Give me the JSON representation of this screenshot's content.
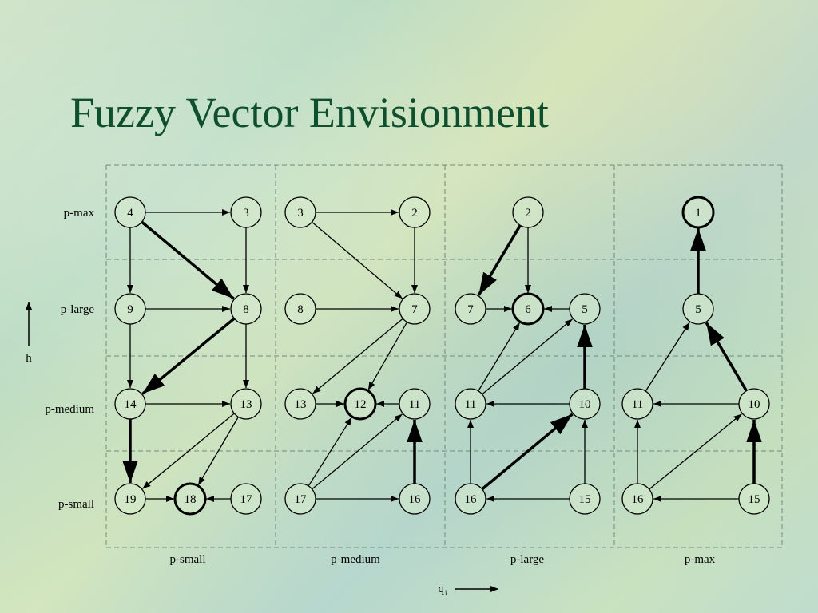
{
  "title": "Fuzzy Vector Envisionment",
  "axes": {
    "vertical_label": "h",
    "horizontal_label": "q",
    "horizontal_label_subscript": "i",
    "row_labels": [
      "p-max",
      "p-large",
      "p-medium",
      "p-small"
    ],
    "column_labels": [
      "p-small",
      "p-medium",
      "p-large",
      "p-max"
    ]
  },
  "panels": [
    {
      "column": "p-small",
      "nodes": [
        {
          "id": "4",
          "row": "p-max"
        },
        {
          "id": "3",
          "row": "p-max"
        },
        {
          "id": "9",
          "row": "p-large"
        },
        {
          "id": "8",
          "row": "p-large"
        },
        {
          "id": "14",
          "row": "p-medium"
        },
        {
          "id": "13",
          "row": "p-medium"
        },
        {
          "id": "19",
          "row": "p-small"
        },
        {
          "id": "18",
          "row": "p-small",
          "terminal": true
        },
        {
          "id": "17",
          "row": "p-small"
        }
      ],
      "edges": [
        {
          "from": "4",
          "to": "3"
        },
        {
          "from": "4",
          "to": "9"
        },
        {
          "from": "4",
          "to": "8",
          "bold": true
        },
        {
          "from": "3",
          "to": "8"
        },
        {
          "from": "9",
          "to": "8"
        },
        {
          "from": "9",
          "to": "14"
        },
        {
          "from": "8",
          "to": "14",
          "bold": true
        },
        {
          "from": "8",
          "to": "13"
        },
        {
          "from": "14",
          "to": "13"
        },
        {
          "from": "14",
          "to": "19",
          "bold": true
        },
        {
          "from": "13",
          "to": "19"
        },
        {
          "from": "13",
          "to": "18"
        },
        {
          "from": "19",
          "to": "18"
        },
        {
          "from": "17",
          "to": "18"
        }
      ]
    },
    {
      "column": "p-medium",
      "nodes": [
        {
          "id": "3",
          "row": "p-max"
        },
        {
          "id": "2",
          "row": "p-max"
        },
        {
          "id": "8",
          "row": "p-large"
        },
        {
          "id": "7",
          "row": "p-large"
        },
        {
          "id": "13",
          "row": "p-medium"
        },
        {
          "id": "12",
          "row": "p-medium",
          "terminal": true
        },
        {
          "id": "11",
          "row": "p-medium"
        },
        {
          "id": "17",
          "row": "p-small"
        },
        {
          "id": "16",
          "row": "p-small"
        }
      ],
      "edges": [
        {
          "from": "3",
          "to": "2"
        },
        {
          "from": "3",
          "to": "7"
        },
        {
          "from": "2",
          "to": "7"
        },
        {
          "from": "8",
          "to": "7"
        },
        {
          "from": "7",
          "to": "13"
        },
        {
          "from": "7",
          "to": "12"
        },
        {
          "from": "13",
          "to": "12"
        },
        {
          "from": "11",
          "to": "12"
        },
        {
          "from": "17",
          "to": "12"
        },
        {
          "from": "17",
          "to": "11"
        },
        {
          "from": "17",
          "to": "16"
        },
        {
          "from": "16",
          "to": "11",
          "bold": true
        }
      ]
    },
    {
      "column": "p-large",
      "nodes": [
        {
          "id": "2",
          "row": "p-max"
        },
        {
          "id": "7",
          "row": "p-large"
        },
        {
          "id": "6",
          "row": "p-large",
          "terminal": true
        },
        {
          "id": "5",
          "row": "p-large"
        },
        {
          "id": "11",
          "row": "p-medium"
        },
        {
          "id": "10",
          "row": "p-medium"
        },
        {
          "id": "16",
          "row": "p-small"
        },
        {
          "id": "15",
          "row": "p-small"
        }
      ],
      "edges": [
        {
          "from": "2",
          "to": "7",
          "bold": true
        },
        {
          "from": "2",
          "to": "6"
        },
        {
          "from": "7",
          "to": "6"
        },
        {
          "from": "5",
          "to": "6"
        },
        {
          "from": "11",
          "to": "6"
        },
        {
          "from": "11",
          "to": "5"
        },
        {
          "from": "10",
          "to": "5",
          "bold": true
        },
        {
          "from": "10",
          "to": "11"
        },
        {
          "from": "16",
          "to": "11"
        },
        {
          "from": "16",
          "to": "10",
          "bold": true
        },
        {
          "from": "15",
          "to": "10"
        },
        {
          "from": "15",
          "to": "16"
        }
      ]
    },
    {
      "column": "p-max",
      "nodes": [
        {
          "id": "1",
          "row": "p-max",
          "terminal": true
        },
        {
          "id": "5",
          "row": "p-large"
        },
        {
          "id": "11",
          "row": "p-medium"
        },
        {
          "id": "10",
          "row": "p-medium"
        },
        {
          "id": "16",
          "row": "p-small"
        },
        {
          "id": "15",
          "row": "p-small"
        }
      ],
      "edges": [
        {
          "from": "5",
          "to": "1",
          "bold": true
        },
        {
          "from": "11",
          "to": "5"
        },
        {
          "from": "10",
          "to": "5",
          "bold": true
        },
        {
          "from": "10",
          "to": "11"
        },
        {
          "from": "16",
          "to": "11"
        },
        {
          "from": "16",
          "to": "10"
        },
        {
          "from": "15",
          "to": "10",
          "bold": true
        },
        {
          "from": "15",
          "to": "16"
        }
      ]
    }
  ]
}
